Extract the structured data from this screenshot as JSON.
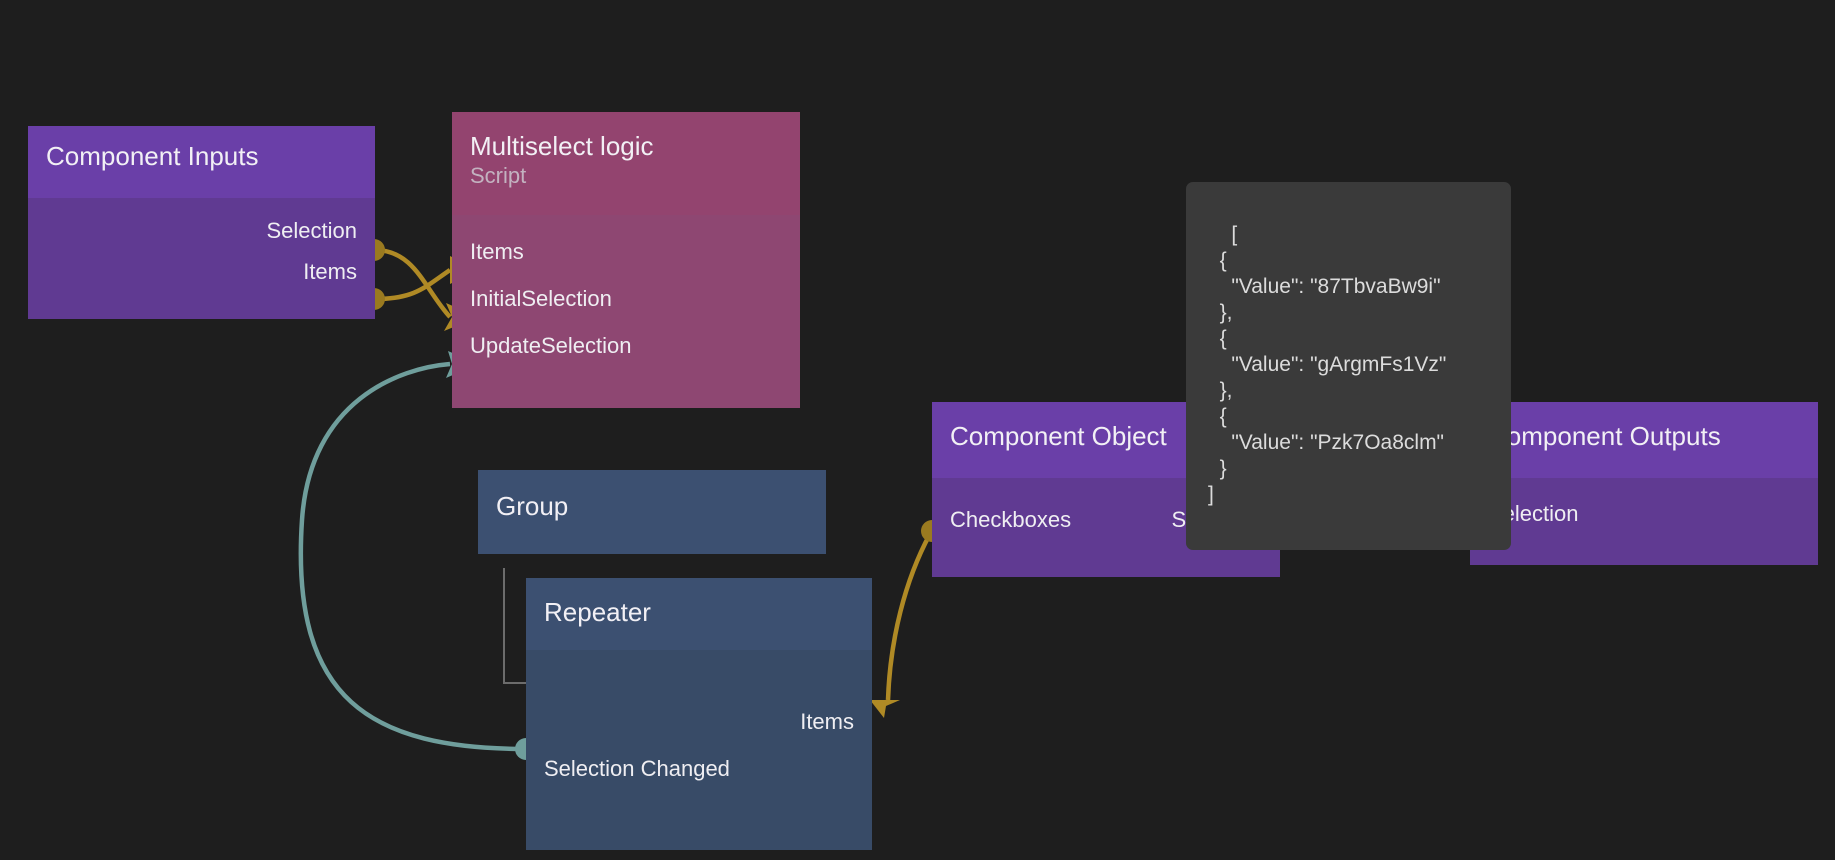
{
  "theme": {
    "canvas_bg": "#1e1e1e",
    "io_header": "#6a3fa8",
    "io_body": "#603a92",
    "script_header": "#93446f",
    "script_body": "#8e4772",
    "ui_header": "#3c5071",
    "ui_body": "#384b67",
    "wire_data": "#b08a25",
    "wire_event": "#6f9e9c",
    "tooltip_bg": "#3a3a3a"
  },
  "nodes": {
    "component_inputs": {
      "title": "Component Inputs",
      "ports": [
        {
          "label": "Selection",
          "side": "output",
          "type": "data"
        },
        {
          "label": "Items",
          "side": "output",
          "type": "data"
        }
      ]
    },
    "multiselect_logic": {
      "title": "Multiselect logic",
      "subtitle": "Script",
      "ports": [
        {
          "label": "Items",
          "side": "input",
          "type": "data"
        },
        {
          "label": "InitialSelection",
          "side": "input",
          "type": "data"
        },
        {
          "label": "UpdateSelection",
          "side": "input",
          "type": "event"
        }
      ]
    },
    "group": {
      "title": "Group"
    },
    "repeater": {
      "title": "Repeater",
      "ports": [
        {
          "label": "Items",
          "side": "input",
          "type": "data"
        },
        {
          "label": "Selection Changed",
          "side": "output",
          "type": "event"
        }
      ]
    },
    "component_object": {
      "title": "Component Object",
      "ports": [
        {
          "label": "Checkboxes",
          "side": "input",
          "type": "data"
        },
        {
          "label": "Selection",
          "side": "output",
          "type": "data"
        }
      ]
    },
    "component_outputs": {
      "title": "Component Outputs",
      "ports": [
        {
          "label": "Selection",
          "side": "input",
          "type": "data"
        }
      ]
    }
  },
  "tooltip": {
    "text": "[\n  {\n    \"Value\": \"87TbvaBw9i\"\n  },\n  {\n    \"Value\": \"gArgmFs1Vz\"\n  },\n  {\n    \"Value\": \"Pzk7Oa8clm\"\n  }\n]",
    "values": [
      "87TbvaBw9i",
      "gArgmFs1Vz",
      "Pzk7Oa8clm"
    ]
  }
}
